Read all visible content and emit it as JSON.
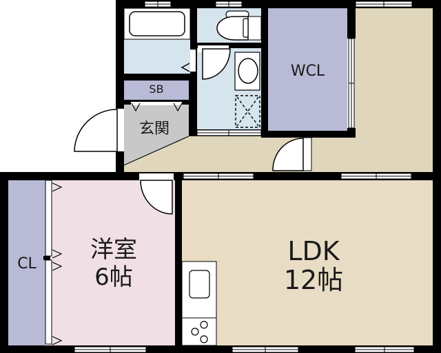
{
  "floor_plan": {
    "colors": {
      "wall": "#000000",
      "bath": "#d6e4ee",
      "storage": "#b8bad6",
      "entrance": "#c8c8c8",
      "hall": "#e0d6bc",
      "bedroom": "#f0e0e6",
      "ldk": "#e8dcc4",
      "fixture": "#ffffff"
    },
    "rooms": {
      "wcl": {
        "label": "WCL"
      },
      "sb": {
        "label": "SB"
      },
      "entrance": {
        "label": "玄関"
      },
      "bedroom": {
        "name": "洋室",
        "size": "6帖"
      },
      "closet": {
        "label": "CL"
      },
      "ldk": {
        "name": "LDK",
        "size": "12帖"
      }
    },
    "fixtures": [
      "bathtub",
      "toilet",
      "washbasin",
      "washing-machine-space",
      "kitchen-sink",
      "stove"
    ]
  }
}
